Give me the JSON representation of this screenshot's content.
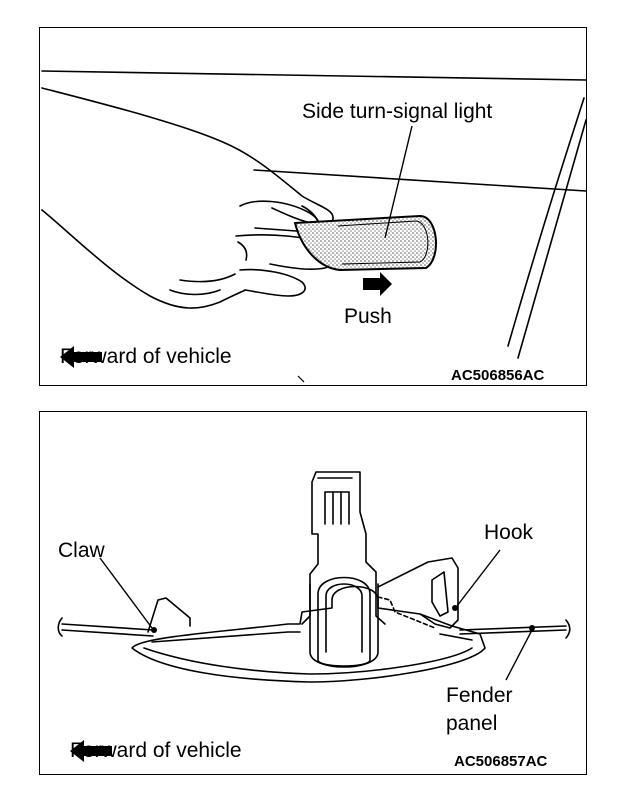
{
  "figure_top": {
    "label_light": "Side turn-signal light",
    "label_push": "Push",
    "forward_label": "Forward of vehicle",
    "code": "AC506856AC"
  },
  "figure_bottom": {
    "label_claw": "Claw",
    "label_hook": "Hook",
    "label_fender_1": "Fender",
    "label_fender_2": "panel",
    "forward_label": "Forward of vehicle",
    "code": "AC506857AC"
  }
}
